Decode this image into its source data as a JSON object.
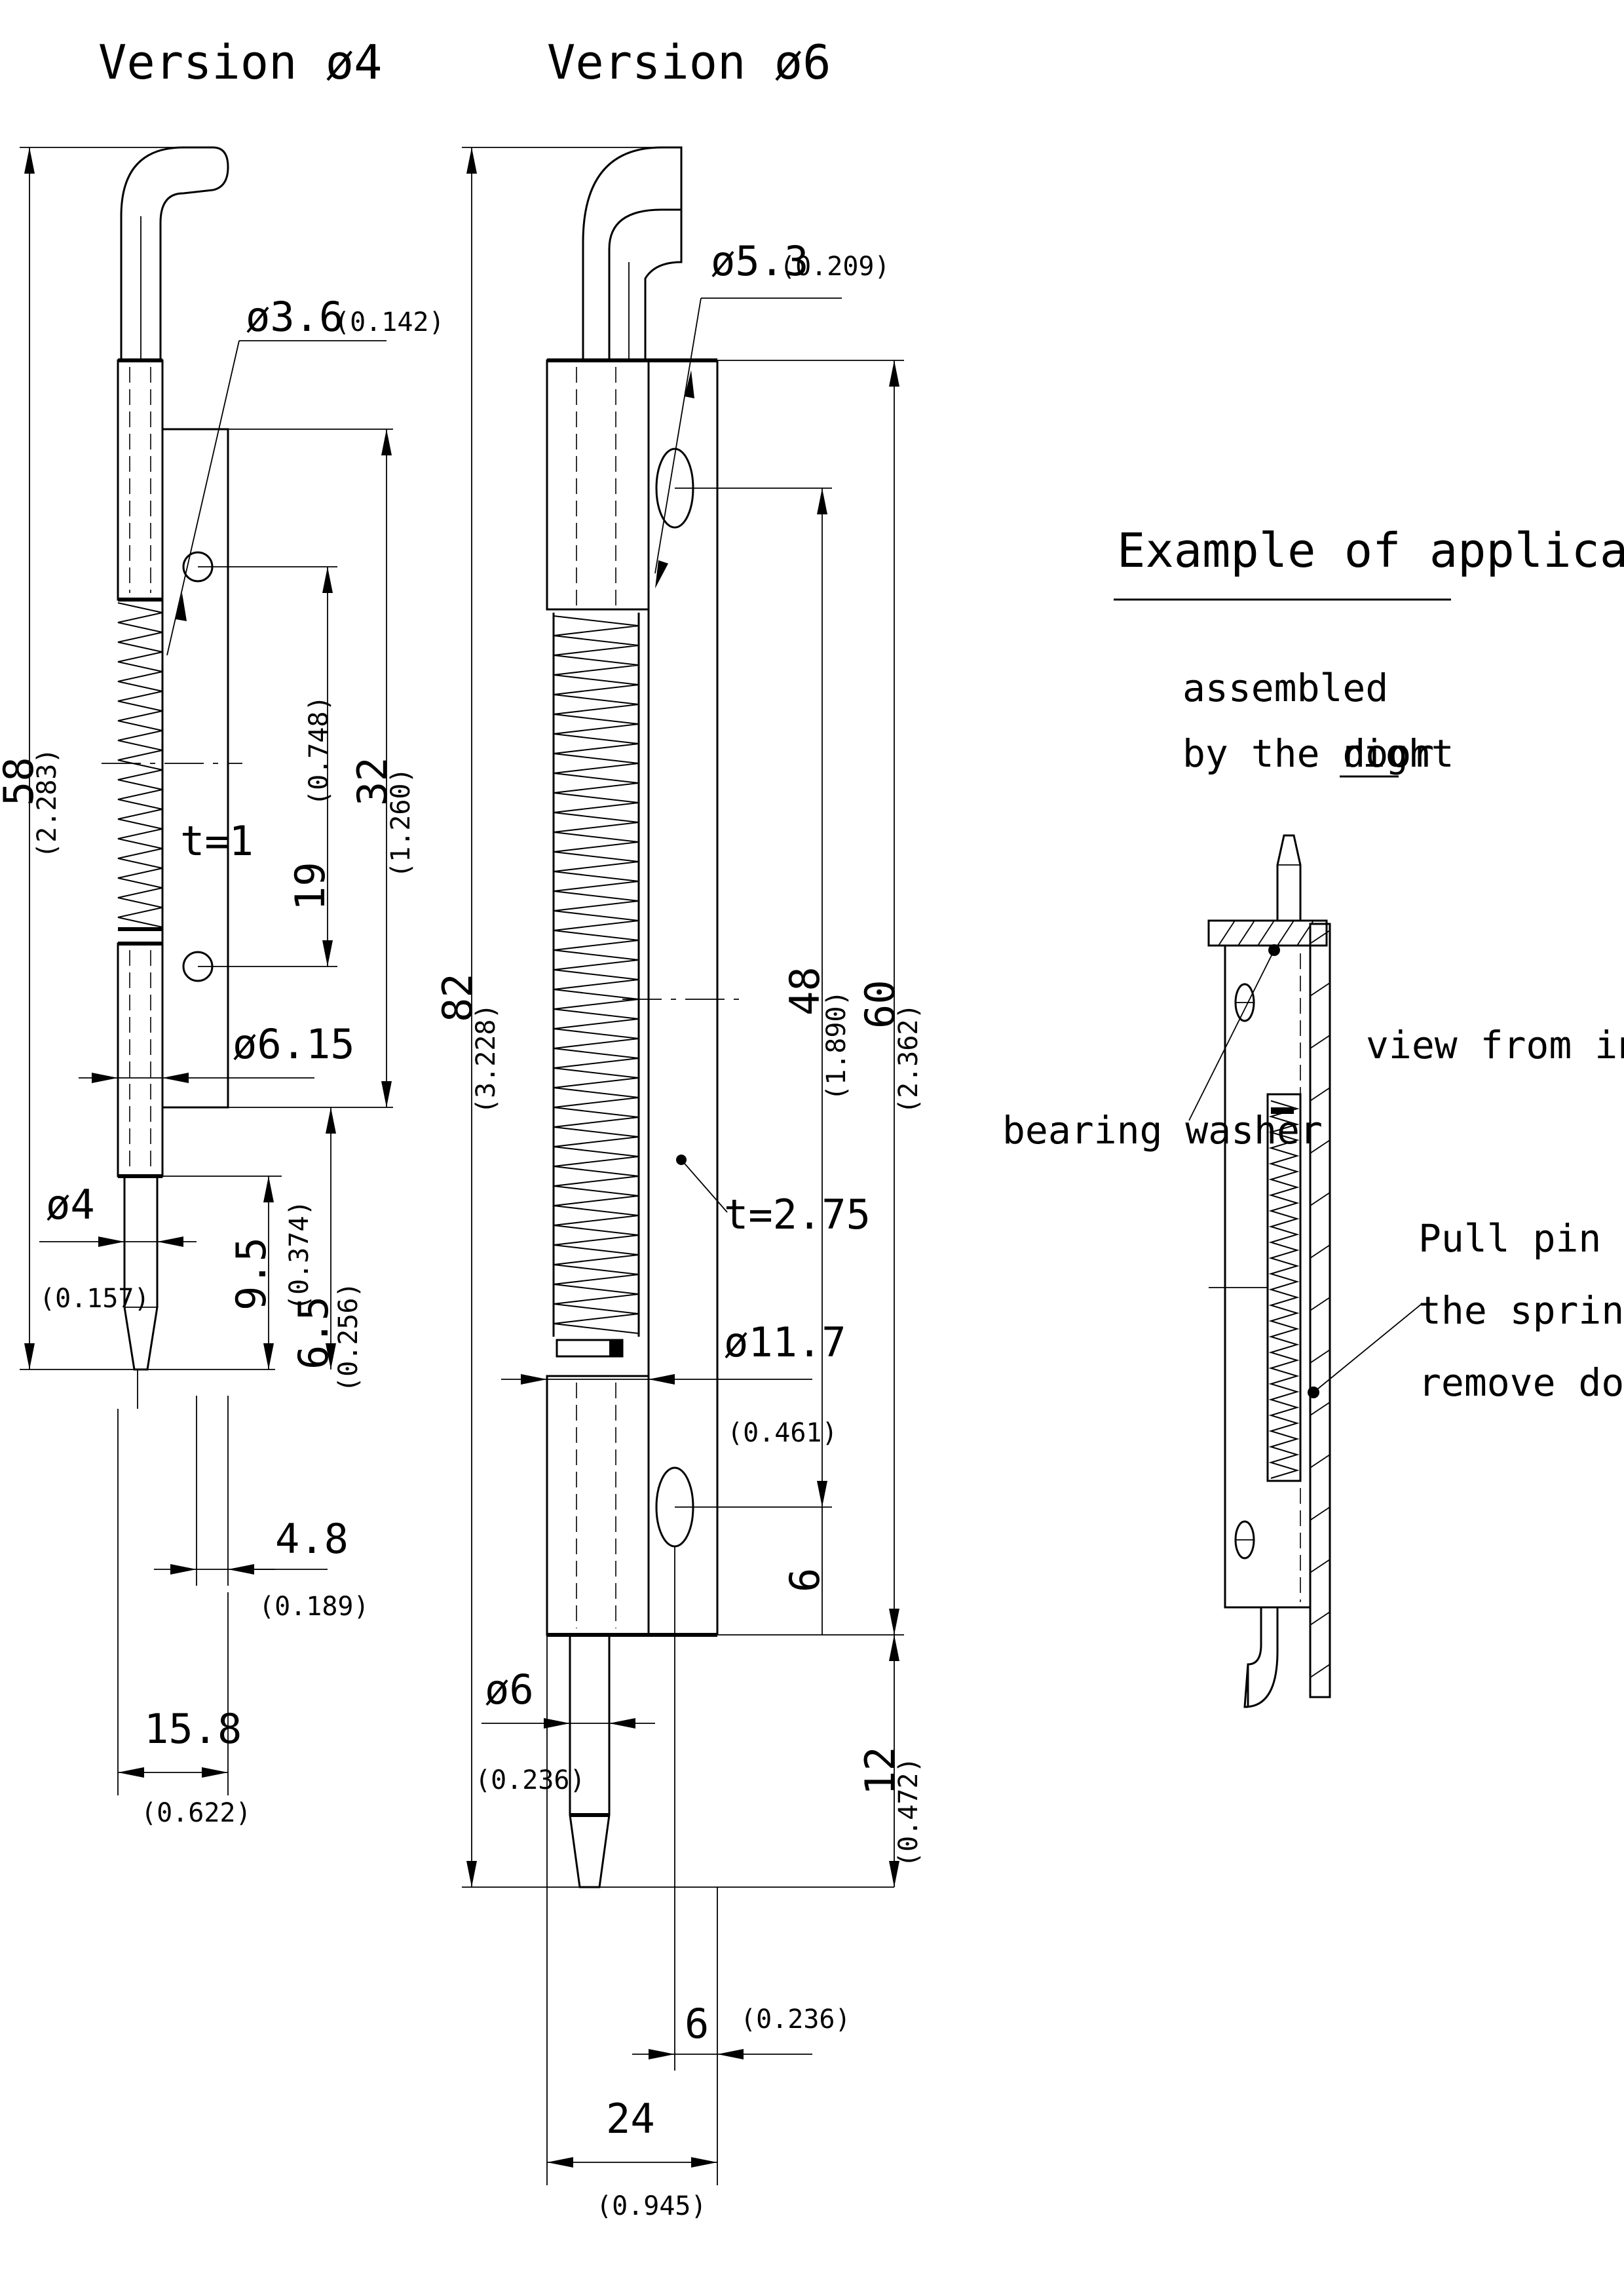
{
  "titles": {
    "version4": "Version ø4",
    "version6": "Version ø6",
    "example": "Example of application"
  },
  "v4": {
    "d_total": "58",
    "d_total_in": "(2.283)",
    "d_hole": "ø3.6",
    "d_hole_in": "(0.142)",
    "d_19": "19",
    "d_19_in": "(0.748)",
    "d_32": "32",
    "d_32_in": "(1.260)",
    "t": "t=1",
    "d_615": "ø6.15",
    "d_pin": "ø4",
    "d_pin_in": "(0.157)",
    "d_95": "9.5",
    "d_95_in": "(0.374)",
    "d_65": "6.5",
    "d_65_in": "(0.256)",
    "d_48": "4.8",
    "d_48_in": "(0.189)",
    "d_158": "15.8",
    "d_158_in": "(0.622)"
  },
  "v6": {
    "d_total": "82",
    "d_total_in": "(3.228)",
    "d_hole": "ø5.3",
    "d_hole_in": "(0.209)",
    "d_48": "48",
    "d_48_in": "(1.890)",
    "d_60": "60",
    "d_60_in": "(2.362)",
    "t": "t=2.75",
    "d_117": "ø11.7",
    "d_117_in": "(0.461)",
    "d_6v": "6",
    "d_12": "12",
    "d_12_in": "(0.472)",
    "d_pin": "ø6",
    "d_pin_in": "(0.236)",
    "d_6h": "6",
    "d_6h_in": "(0.236)",
    "d_24": "24",
    "d_24_in": "(0.945)"
  },
  "example": {
    "assembled_line1": "assembled",
    "assembled_line2": "by the door",
    "assembled_right": "right",
    "view_inside": "view from inside",
    "bearing_washer": "bearing washer",
    "pull_line1": "Pull pin against",
    "pull_line2": "the spring to",
    "pull_line3": "remove door"
  }
}
